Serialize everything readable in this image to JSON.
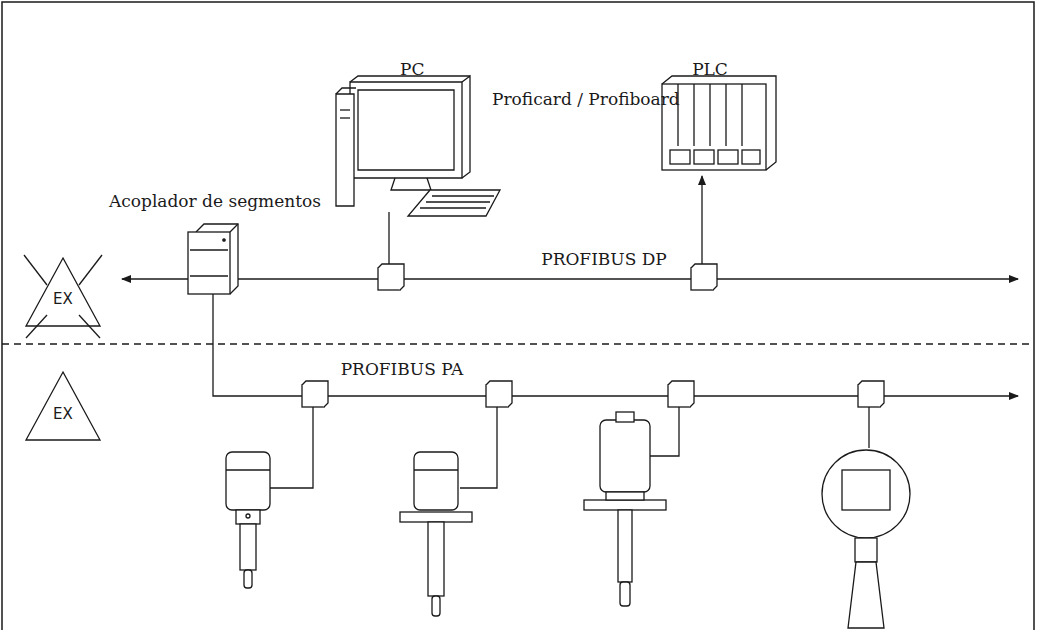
{
  "diagram": {
    "nodes": [
      {
        "text": [
          "PC",
          "Proficard / Profiboard"
        ]
      },
      {
        "text": [
          "PLC"
        ]
      },
      {
        "text": [
          "Acoplador de segmentos"
        ]
      }
    ],
    "labels": [
      "PROFIBUS DP",
      "PROFIBUS PA",
      "EX",
      "EX"
    ]
  }
}
